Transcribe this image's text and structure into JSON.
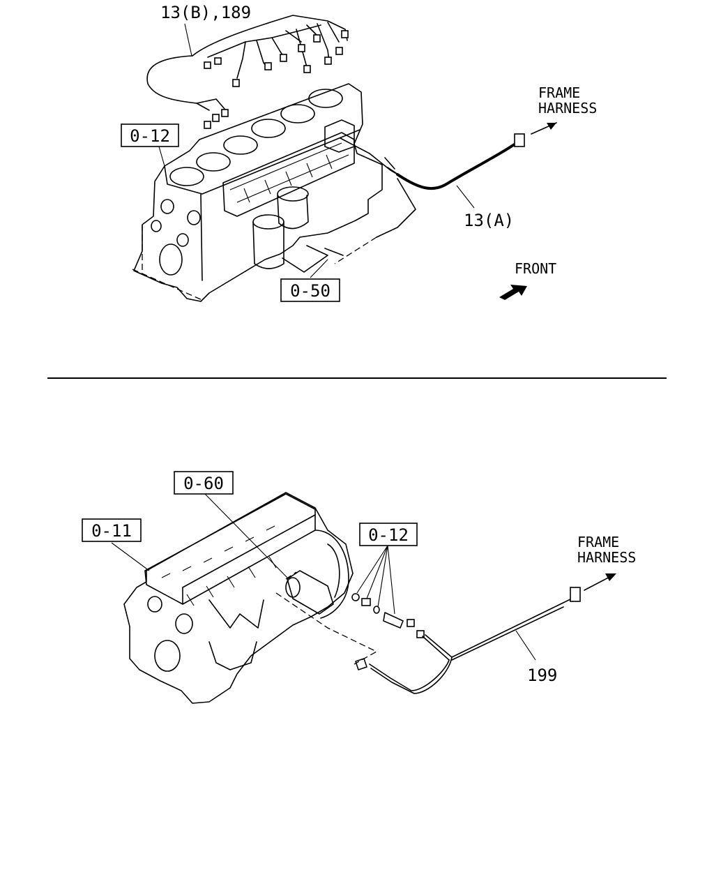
{
  "top_diagram": {
    "callouts": {
      "engine_ref": "0-12",
      "filter_ref": "0-50"
    },
    "part_labels": {
      "upper_harness": "13(B),189",
      "main_harness": "13(A)"
    },
    "frame_harness": [
      "FRAME",
      "HARNESS"
    ],
    "front": "FRONT"
  },
  "bottom_diagram": {
    "callouts": {
      "engine_ref": "0-11",
      "starter_ref": "0-60",
      "sensor_ref": "0-12"
    },
    "part_labels": {
      "harness": "199"
    },
    "frame_harness": [
      "FRAME",
      "HARNESS"
    ]
  }
}
